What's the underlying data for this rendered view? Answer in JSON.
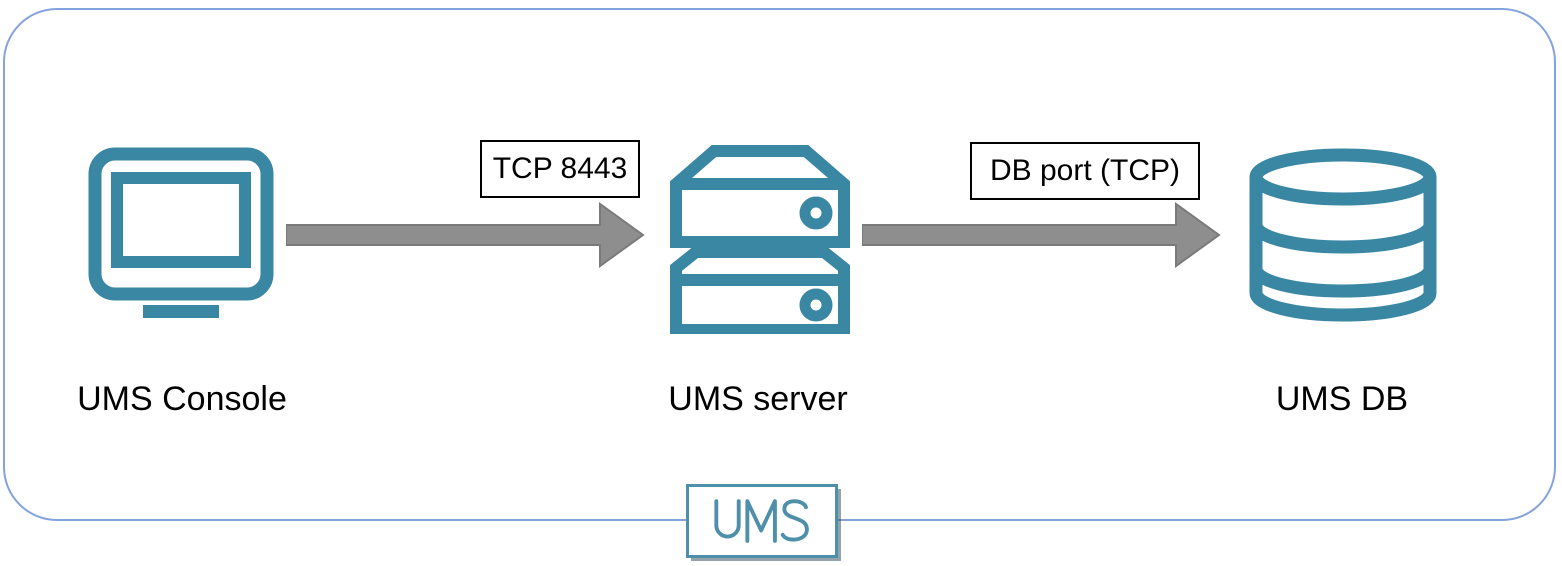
{
  "diagram": {
    "nodes": [
      {
        "id": "ums-console",
        "label": "UMS Console",
        "icon": "monitor-icon"
      },
      {
        "id": "ums-server",
        "label": "UMS server",
        "icon": "server-stack-icon"
      },
      {
        "id": "ums-db",
        "label": "UMS DB",
        "icon": "database-icon"
      }
    ],
    "connections": [
      {
        "from": "ums-console",
        "to": "ums-server",
        "label": "TCP 8443",
        "arrow": "right-arrow-icon"
      },
      {
        "from": "ums-server",
        "to": "ums-db",
        "label": "DB port (TCP)",
        "arrow": "right-arrow-icon"
      }
    ],
    "badge": {
      "text": "UMS"
    },
    "colors": {
      "icon_teal": "#3A87A3",
      "badge_teal": "#4E8FA9",
      "arrow_fill": "#8E8E8E",
      "arrow_outline": "#7A7A7A",
      "frame_border": "#84A3DE",
      "connection_box_border": "#000000",
      "label_text": "#000000",
      "background": "#FFFFFF"
    }
  }
}
